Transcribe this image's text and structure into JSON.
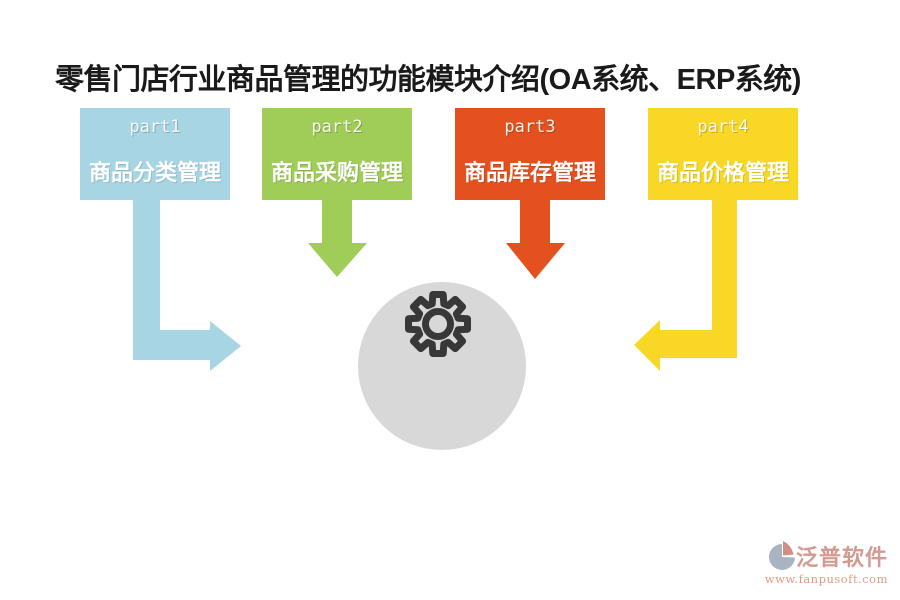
{
  "title": "零售门店行业商品管理的功能模块介绍(OA系统、ERP系统)",
  "modules": [
    {
      "part": "part1",
      "label": "商品分类管理",
      "color": "#a7d5e4",
      "arrow": "elbow-down-right"
    },
    {
      "part": "part2",
      "label": "商品采购管理",
      "color": "#9fcd57",
      "arrow": "straight-down"
    },
    {
      "part": "part3",
      "label": "商品库存管理",
      "color": "#e5511e",
      "arrow": "straight-down"
    },
    {
      "part": "part4",
      "label": "商品价格管理",
      "color": "#f8d824",
      "arrow": "elbow-down-left"
    }
  ],
  "center": {
    "icon": "gear",
    "circle_color": "#d8d8d8",
    "gear_color": "#383838"
  },
  "watermark": {
    "name": "泛普软件",
    "url": "www.fanpusoft.com",
    "name_color": "#d29a90",
    "url_color": "#dd9f85",
    "mark_blue": "#a8b4c0",
    "mark_salmon": "#d08f84"
  }
}
